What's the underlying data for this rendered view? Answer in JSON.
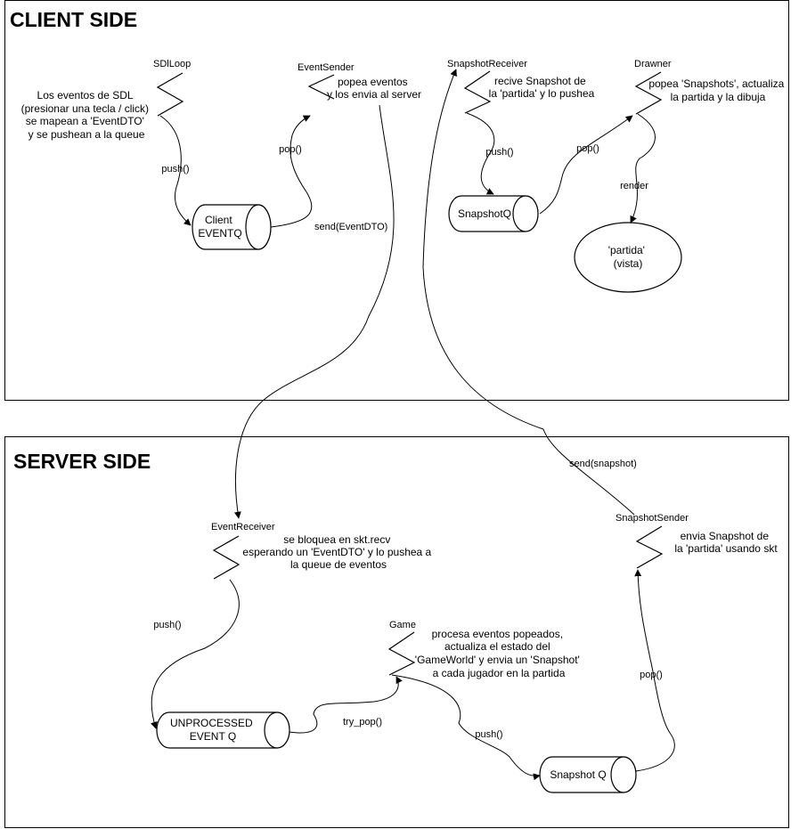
{
  "client": {
    "title": "CLIENT SIDE",
    "sdl_loop": {
      "label": "SDlLoop",
      "note": [
        "Los eventos de SDL",
        "(presionar una tecla / click)",
        "se mapean a 'EventDTO'",
        "y se pushean a la queue"
      ]
    },
    "event_sender": {
      "label": "EventSender",
      "note": [
        "popea eventos",
        "y los envia al server"
      ]
    },
    "snapshot_receiver": {
      "label": "SnapshotReceiver",
      "note": [
        "recive Snapshot de",
        "la 'partida' y lo pushea"
      ]
    },
    "drawner": {
      "label": "Drawner",
      "note": [
        "popea 'Snapshots', actualiza",
        "la partida y la dibuja"
      ]
    },
    "client_queue": [
      "Client",
      "EVENTQ"
    ],
    "snapshot_queue": "SnapshotQ",
    "view": [
      "'partida'",
      "(vista)"
    ],
    "edges": {
      "push_event": "push()",
      "pop_event": "pop()",
      "send_event": "send(EventDTO)",
      "push_snapshot": "push()",
      "pop_snapshot": "pop()",
      "render": "render"
    }
  },
  "server": {
    "title": "SERVER SIDE",
    "event_receiver": {
      "label": "EventReceiver",
      "note": [
        "se bloquea en skt.recv",
        "esperando un 'EventDTO' y lo pushea a",
        "la queue de eventos"
      ]
    },
    "game": {
      "label": "Game",
      "note": [
        "procesa eventos popeados,",
        "actualiza el estado del",
        "'GameWorld' y envia un 'Snapshot'",
        "a cada jugador en la partida"
      ]
    },
    "snapshot_sender": {
      "label": "SnapshotSender",
      "note": [
        "envia Snapshot de",
        "la 'partida' usando skt"
      ]
    },
    "unprocessed_queue": [
      "UNPROCESSED",
      "EVENT Q"
    ],
    "snapshot_queue": "Snapshot Q",
    "edges": {
      "push_event": "push()",
      "try_pop": "try_pop()",
      "push_snapshot": "push()",
      "pop_snapshot": "pop()",
      "send_snapshot": "send(snapshot)"
    }
  }
}
